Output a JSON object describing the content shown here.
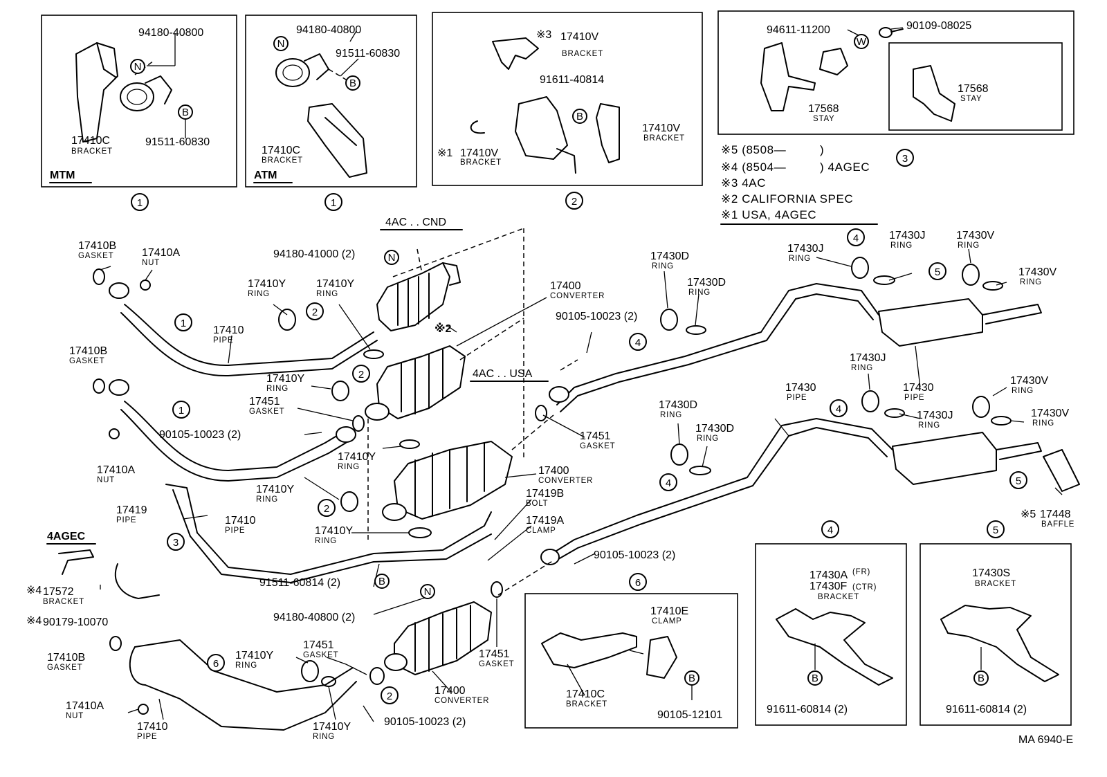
{
  "inset_labels": {
    "mtm": "MTM",
    "atm": "ATM",
    "agec": "4AGEC",
    "ac_cnd": "4AC . . CND",
    "ac_usa": "4AC . . USA"
  },
  "notes": [
    "※5 (8508—",
    "※4 (8504—",
    "※3 4AC",
    "※2 CALIFORNIA  SPEC",
    "※1 USA, 4AGEC"
  ],
  "note_extra": {
    "n5_close": ")",
    "n4_close": ") 4AGEC"
  },
  "callout_refs": [
    "1",
    "2",
    "3",
    "4",
    "5",
    "6"
  ],
  "letter_tags": [
    "N",
    "B",
    "W"
  ],
  "markers": {
    "note2": "※2",
    "note3": "※3",
    "note4": "※4",
    "note5": "※5",
    "note1": "※1"
  },
  "parts": [
    {
      "num": "94180-40800",
      "name": ""
    },
    {
      "num": "17410C",
      "name": "BRACKET"
    },
    {
      "num": "91511-60830",
      "name": ""
    },
    {
      "num": "94180-40800",
      "name": ""
    },
    {
      "num": "91511-60830",
      "name": ""
    },
    {
      "num": "17410C",
      "name": "BRACKET"
    },
    {
      "num": "17410V",
      "name": "BRACKET"
    },
    {
      "num": "91611-40814",
      "name": ""
    },
    {
      "num": "17410V",
      "name": "BRACKET"
    },
    {
      "num": "17410V",
      "name": "BRACKET"
    },
    {
      "num": "94611-11200",
      "name": ""
    },
    {
      "num": "90109-08025",
      "name": ""
    },
    {
      "num": "17568",
      "name": "STAY"
    },
    {
      "num": "17568",
      "name": "STAY"
    },
    {
      "num": "17410B",
      "name": "GASKET"
    },
    {
      "num": "17410A",
      "name": "NUT"
    },
    {
      "num": "94180-41000 (2)",
      "name": ""
    },
    {
      "num": "17410Y",
      "name": "RING"
    },
    {
      "num": "17410Y",
      "name": "RING"
    },
    {
      "num": "17400",
      "name": "CONVERTER"
    },
    {
      "num": "17410",
      "name": "PIPE"
    },
    {
      "num": "17410B",
      "name": "GASKET"
    },
    {
      "num": "17410Y",
      "name": "RING"
    },
    {
      "num": "17451",
      "name": "GASKET"
    },
    {
      "num": "90105-10023 (2)",
      "name": ""
    },
    {
      "num": "17410Y",
      "name": "RING"
    },
    {
      "num": "17410A",
      "name": "NUT"
    },
    {
      "num": "17410",
      "name": "PIPE"
    },
    {
      "num": "17410Y",
      "name": "RING"
    },
    {
      "num": "17400",
      "name": "CONVERTER"
    },
    {
      "num": "17419B",
      "name": "BOLT"
    },
    {
      "num": "17419A",
      "name": "CLAMP"
    },
    {
      "num": "17410Y",
      "name": "RING"
    },
    {
      "num": "17419",
      "name": "PIPE"
    },
    {
      "num": "17451",
      "name": "GASKET"
    },
    {
      "num": "90105-10023 (2)",
      "name": ""
    },
    {
      "num": "17430D",
      "name": "RING"
    },
    {
      "num": "17430D",
      "name": "RING"
    },
    {
      "num": "17430J",
      "name": "RING"
    },
    {
      "num": "17430J",
      "name": "RING"
    },
    {
      "num": "17430V",
      "name": "RING"
    },
    {
      "num": "17430V",
      "name": "RING"
    },
    {
      "num": "17430J",
      "name": "RING"
    },
    {
      "num": "17430",
      "name": "PIPE"
    },
    {
      "num": "17430",
      "name": "PIPE"
    },
    {
      "num": "17430V",
      "name": "RING"
    },
    {
      "num": "17430J",
      "name": "RING"
    },
    {
      "num": "17430V",
      "name": "RING"
    },
    {
      "num": "17430D",
      "name": "RING"
    },
    {
      "num": "17430D",
      "name": "RING"
    },
    {
      "num": "17448",
      "name": "BAFFLE"
    },
    {
      "num": "91511-60814 (2)",
      "name": ""
    },
    {
      "num": "94180-40800 (2)",
      "name": ""
    },
    {
      "num": "90105-10023 (2)",
      "name": ""
    },
    {
      "num": "17572",
      "name": "BRACKET"
    },
    {
      "num": "90179-10070",
      "name": ""
    },
    {
      "num": "17410B",
      "name": "GASKET"
    },
    {
      "num": "17410Y",
      "name": "RING"
    },
    {
      "num": "17451",
      "name": "GASKET"
    },
    {
      "num": "17451",
      "name": "GASKET"
    },
    {
      "num": "17400",
      "name": "CONVERTER"
    },
    {
      "num": "17410A",
      "name": "NUT"
    },
    {
      "num": "17410",
      "name": "PIPE"
    },
    {
      "num": "17410Y",
      "name": "RING"
    },
    {
      "num": "90105-10023 (2)",
      "name": ""
    },
    {
      "num": "17410E",
      "name": "CLAMP"
    },
    {
      "num": "17410C",
      "name": "BRACKET"
    },
    {
      "num": "90105-12101",
      "name": ""
    },
    {
      "num": "17430A",
      "name": "(FR)"
    },
    {
      "num": "17430F",
      "name": "(CTR)"
    },
    {
      "num": "",
      "name": "BRACKET"
    },
    {
      "num": "91611-60814 (2)",
      "name": ""
    },
    {
      "num": "17430S",
      "name": "BRACKET"
    },
    {
      "num": "91611-60814 (2)",
      "name": ""
    }
  ],
  "footer_code": "MA  6940-E"
}
